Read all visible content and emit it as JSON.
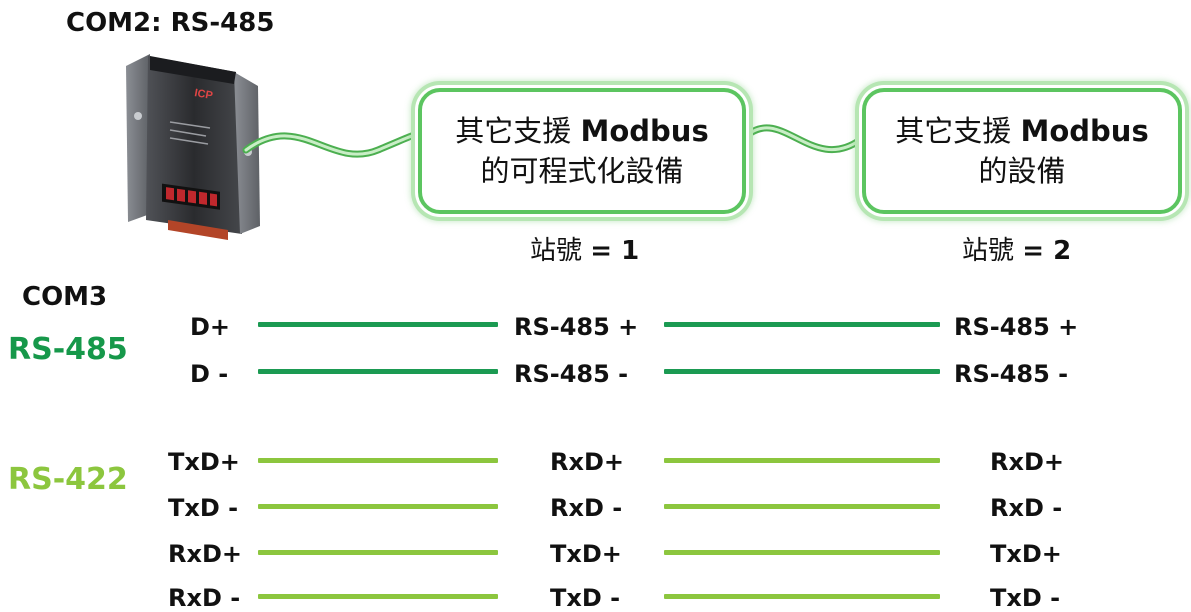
{
  "com2_title": "COM2: RS-485",
  "device1": {
    "line1_cjk": "其它支援",
    "line1_en": "Modbus",
    "line2": "的可程式化設備"
  },
  "device2": {
    "line1_cjk": "其它支援",
    "line1_en": "Modbus",
    "line2": "的設備"
  },
  "station1": {
    "label": "站號",
    "value": "= 1"
  },
  "station2": {
    "label": "站號",
    "value": "= 2"
  },
  "com3": {
    "title": "COM3",
    "rs485_label": "RS-485",
    "rs422_label": "RS-422"
  },
  "rs485_rows": [
    {
      "left": "D+",
      "mid": "RS-485 +",
      "right": "RS-485 +"
    },
    {
      "left": "D -",
      "mid": "RS-485 -",
      "right": "RS-485 -"
    }
  ],
  "rs422_rows": [
    {
      "left": "TxD+",
      "mid": "RxD+",
      "right": "RxD+"
    },
    {
      "left": "TxD -",
      "mid": "RxD -",
      "right": "RxD -"
    },
    {
      "left": "RxD+",
      "mid": "TxD+",
      "right": "TxD+"
    },
    {
      "left": "RxD -",
      "mid": "TxD -",
      "right": "TxD -"
    }
  ],
  "colors": {
    "rs485": "#1b9a52",
    "rs422": "#8cc63e",
    "box_border": "#5cc560"
  }
}
